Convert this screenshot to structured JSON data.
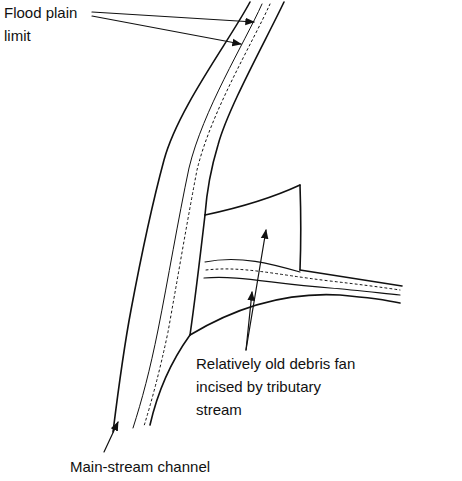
{
  "diagram": {
    "labels": [
      "Flood plain limit",
      "Relatively old debris fan incised by tributary stream",
      "Main-stream channel"
    ]
  }
}
